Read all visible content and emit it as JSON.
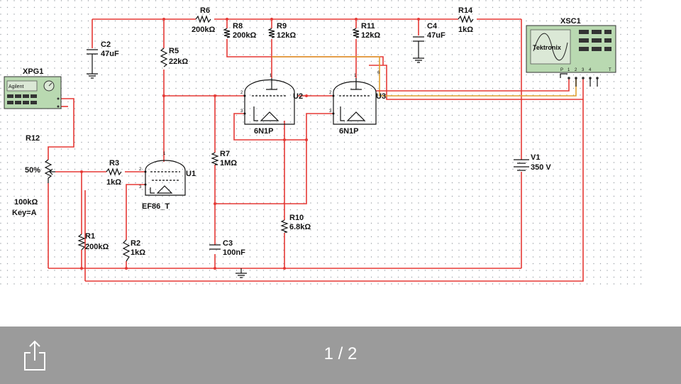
{
  "schematic": {
    "instruments": {
      "function_generator": {
        "name": "XPG1",
        "brand": "Agilent"
      },
      "oscilloscope": {
        "name": "XSC1",
        "brand": "Tektronix",
        "pins": [
          "P",
          "1",
          "2",
          "3",
          "4",
          "T"
        ]
      }
    },
    "tubes": [
      {
        "ref": "U1",
        "model": "EF86_T"
      },
      {
        "ref": "U2",
        "model": "6N1P"
      },
      {
        "ref": "U3",
        "model": "6N1P"
      }
    ],
    "pot": {
      "ref": "R12",
      "percent": "50%",
      "value": "100kΩ",
      "key": "Key=A"
    },
    "resistors": [
      {
        "ref": "R1",
        "value": "200kΩ"
      },
      {
        "ref": "R2",
        "value": "1kΩ"
      },
      {
        "ref": "R3",
        "value": "1kΩ"
      },
      {
        "ref": "R5",
        "value": "22kΩ"
      },
      {
        "ref": "R6",
        "value": "200kΩ"
      },
      {
        "ref": "R7",
        "value": "1MΩ"
      },
      {
        "ref": "R8",
        "value": "200kΩ"
      },
      {
        "ref": "R9",
        "value": "12kΩ"
      },
      {
        "ref": "R10",
        "value": "6.8kΩ"
      },
      {
        "ref": "R11",
        "value": "12kΩ"
      },
      {
        "ref": "R14",
        "value": "1kΩ"
      }
    ],
    "capacitors": [
      {
        "ref": "C2",
        "value": "47uF"
      },
      {
        "ref": "C3",
        "value": "100nF"
      },
      {
        "ref": "C4",
        "value": "47uF"
      }
    ],
    "source": {
      "ref": "V1",
      "value": "350 V"
    }
  },
  "footer": {
    "page_indicator": "1 / 2"
  }
}
